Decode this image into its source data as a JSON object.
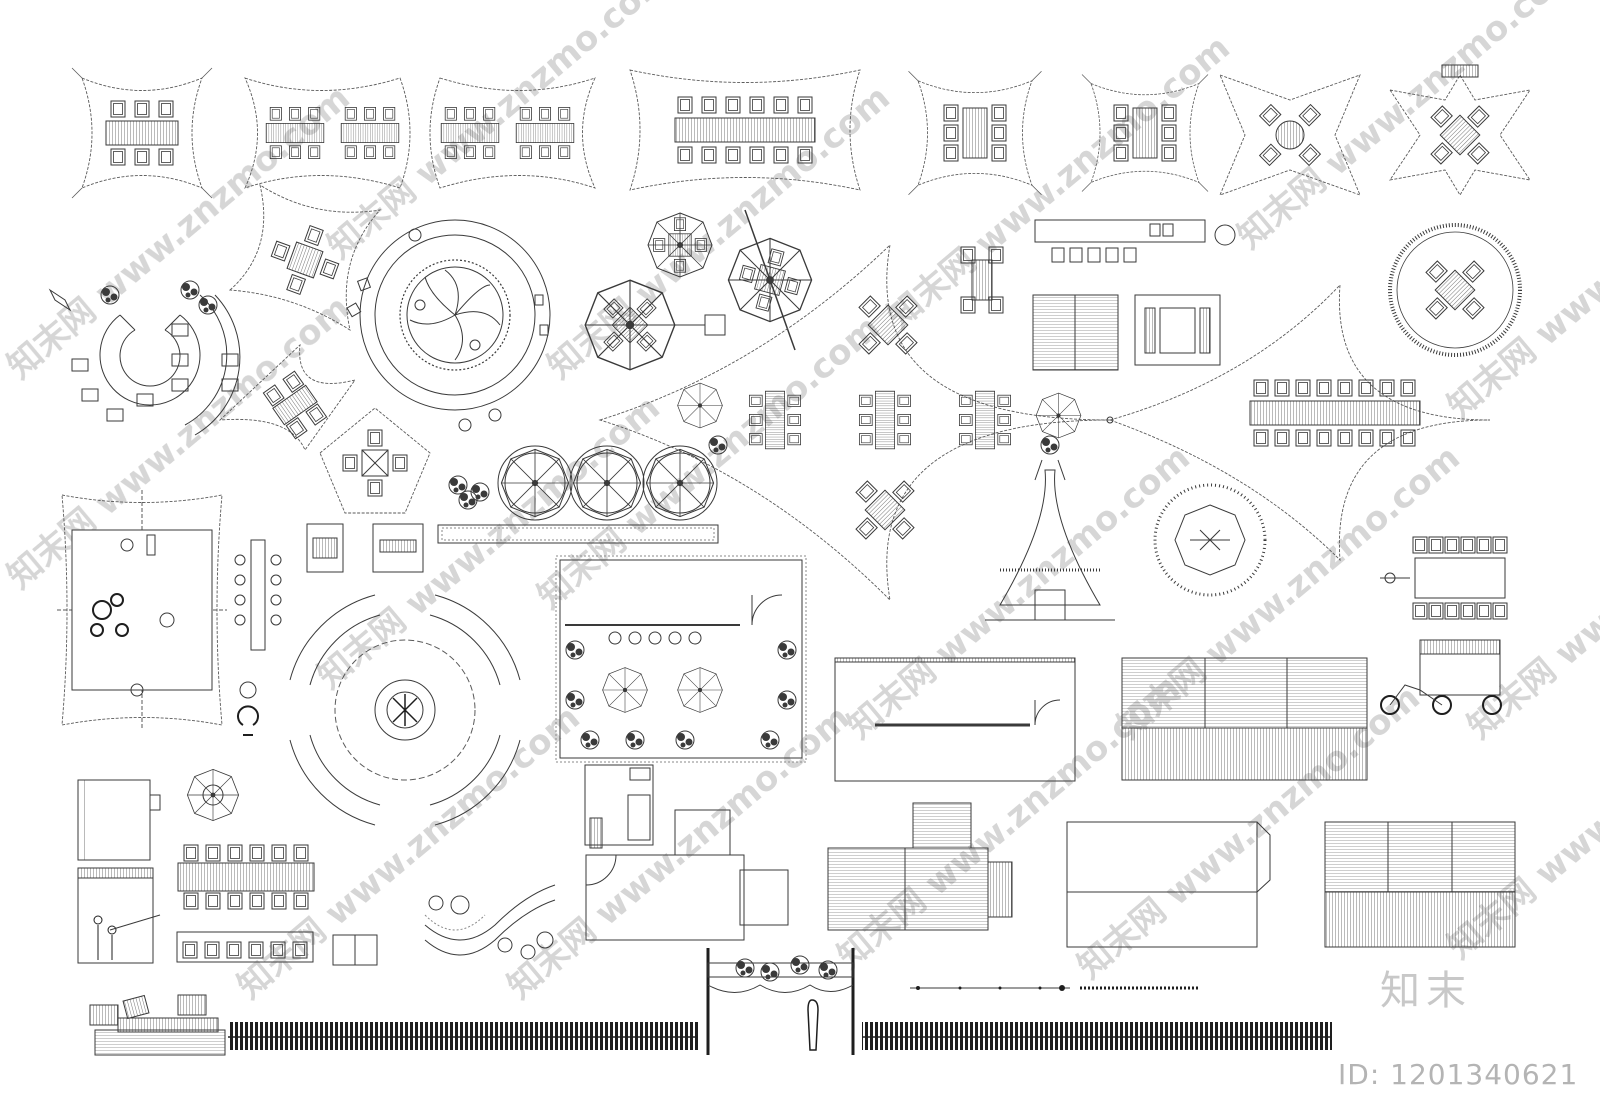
{
  "watermark": {
    "text": "知末网 www.znzmo.com",
    "color": "#d2d2d2"
  },
  "brand": {
    "logo_text": "知末",
    "image_id": "ID: 1201340621"
  },
  "palette": {
    "line": "#3a3a3a",
    "light_line": "#8a8a8a",
    "background": "#ffffff"
  },
  "symbols": [
    "tensile-canopy-table-6",
    "tensile-canopy-double-table",
    "tensile-canopy-long-table",
    "tensile-canopy-square-table",
    "tensile-canopy-octagon-table",
    "circular-sofa-seating",
    "round-fountain-pool",
    "parasol-table-set",
    "tensile-canopy-table-set",
    "canopy-hexagon-table",
    "long-bench-table",
    "bar-counter-with-stools",
    "wooden-deck",
    "picnic-table",
    "grass-ring-table",
    "long-banquet-table",
    "planter-parasol-row",
    "stage-canopy",
    "swing-seat",
    "park-bench",
    "tipi-tent",
    "thatched-umbrella",
    "food-truck",
    "bicycle-cart",
    "curved-bench-ring",
    "fire-pit-seating",
    "cafe-plan",
    "kitchen-plan",
    "container-kiosk",
    "stepping-stones",
    "wave-bench",
    "market-stall",
    "fence-row",
    "flower-gate-arch",
    "string-lights"
  ]
}
